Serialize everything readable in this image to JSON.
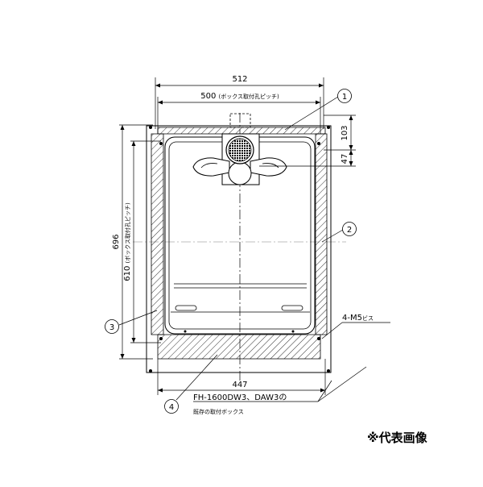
{
  "dimensions": {
    "overall_width": "512",
    "pitch_width": "500",
    "pitch_width_note": "(ボックス取付孔ピッチ)",
    "bottom_width": "447",
    "overall_height": "696",
    "pitch_height": "610",
    "pitch_height_note": "(ボックス取付孔ピッチ)",
    "top_offset": "103",
    "vent_offset": "47"
  },
  "callouts": {
    "c1": "1",
    "c2": "2",
    "c3": "3",
    "c4": "4"
  },
  "labels": {
    "screws_main": "4-M5",
    "screws_suffix": "ビス",
    "box_models": "FH-1600DW3、DAW3の",
    "box_desc": "既存の取付ボックス",
    "representative": "※代表画像"
  },
  "colors": {
    "line": "#000000",
    "hatch": "#000000",
    "background": "#ffffff"
  }
}
